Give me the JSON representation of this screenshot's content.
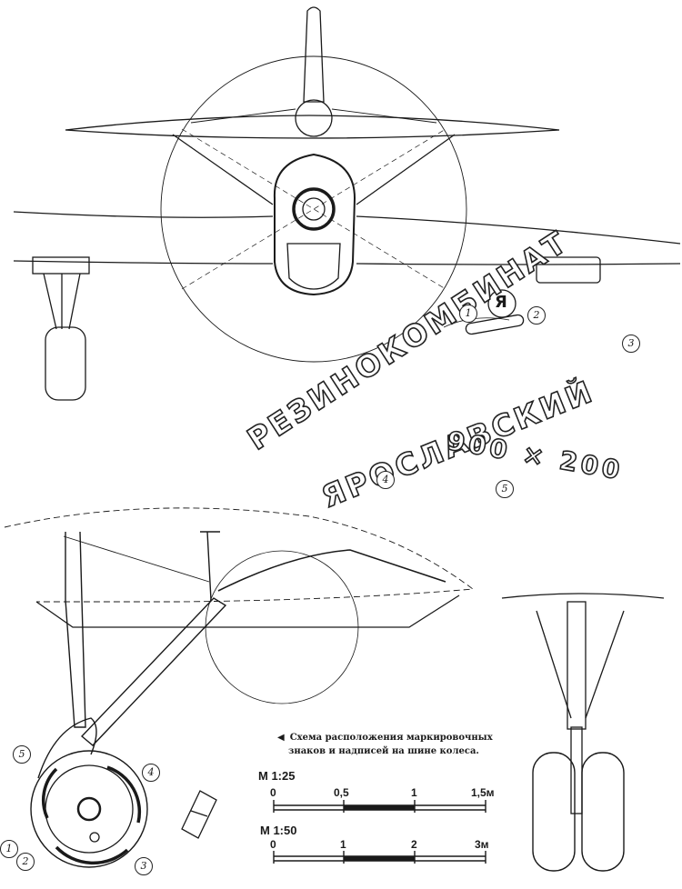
{
  "tire_markings": {
    "word_1": "РЕЗИНОКОМБИНАТ",
    "word_2": "ЯРОСЛАВСКИЙ",
    "size": "900 × 200",
    "logo": "Я"
  },
  "callouts": [
    "1",
    "2",
    "3",
    "4",
    "5"
  ],
  "caption": {
    "line_1": "Схема расположения маркировочных",
    "line_2": "знаков и надписей на шине колеса."
  },
  "scale_1": {
    "title": "М 1:25",
    "ticks": [
      "0",
      "0,5",
      "1",
      "1,5м"
    ]
  },
  "scale_2": {
    "title": "М 1:50",
    "ticks": [
      "0",
      "1",
      "2",
      "3м"
    ]
  }
}
